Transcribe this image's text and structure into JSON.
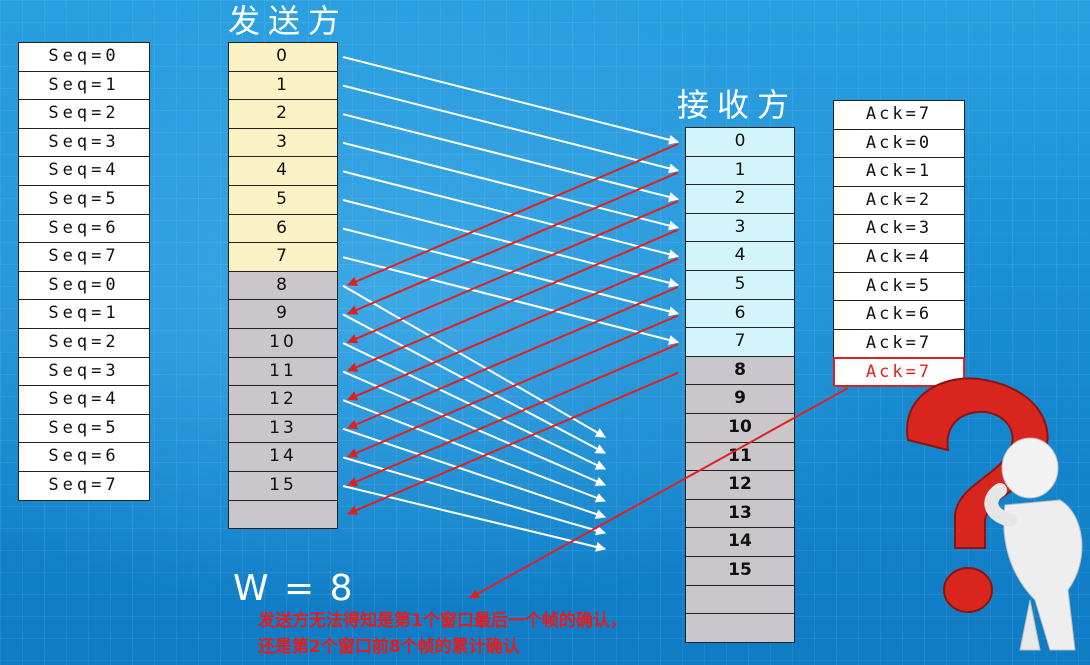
{
  "sender_title": "发送方",
  "receiver_title": "接收方",
  "seq_labels": [
    "Seq=0",
    "Seq=1",
    "Seq=2",
    "Seq=3",
    "Seq=4",
    "Seq=5",
    "Seq=6",
    "Seq=7",
    "Seq=0",
    "Seq=1",
    "Seq=2",
    "Seq=3",
    "Seq=4",
    "Seq=5",
    "Seq=6",
    "Seq=7"
  ],
  "sender_frames": [
    "0",
    "1",
    "2",
    "3",
    "4",
    "5",
    "6",
    "7",
    "8",
    "9",
    "10",
    "11",
    "12",
    "13",
    "14",
    "15",
    ""
  ],
  "receiver_frames": [
    "0",
    "1",
    "2",
    "3",
    "4",
    "5",
    "6",
    "7",
    "8",
    "9",
    "10",
    "11",
    "12",
    "13",
    "14",
    "15",
    "",
    ""
  ],
  "ack_labels": [
    "Ack=7",
    "Ack=0",
    "Ack=1",
    "Ack=2",
    "Ack=3",
    "Ack=4",
    "Ack=5",
    "Ack=6",
    "Ack=7",
    "Ack=7"
  ],
  "window_label": "W = 8",
  "note_line1": "发送方无法得知是第1个窗口最后一个帧的确认，",
  "note_line2": "还是第2个窗口前8个帧的累计确认",
  "colors": {
    "background": "#1c8fd3",
    "sender_window": "#fbf3c6",
    "receiver_window": "#d3f4fb",
    "outside_window": "#c9c7c9",
    "data_arrow": "#ffffff",
    "ack_arrow": "#e02020"
  },
  "icons": [
    "question-mark-figure-icon"
  ]
}
